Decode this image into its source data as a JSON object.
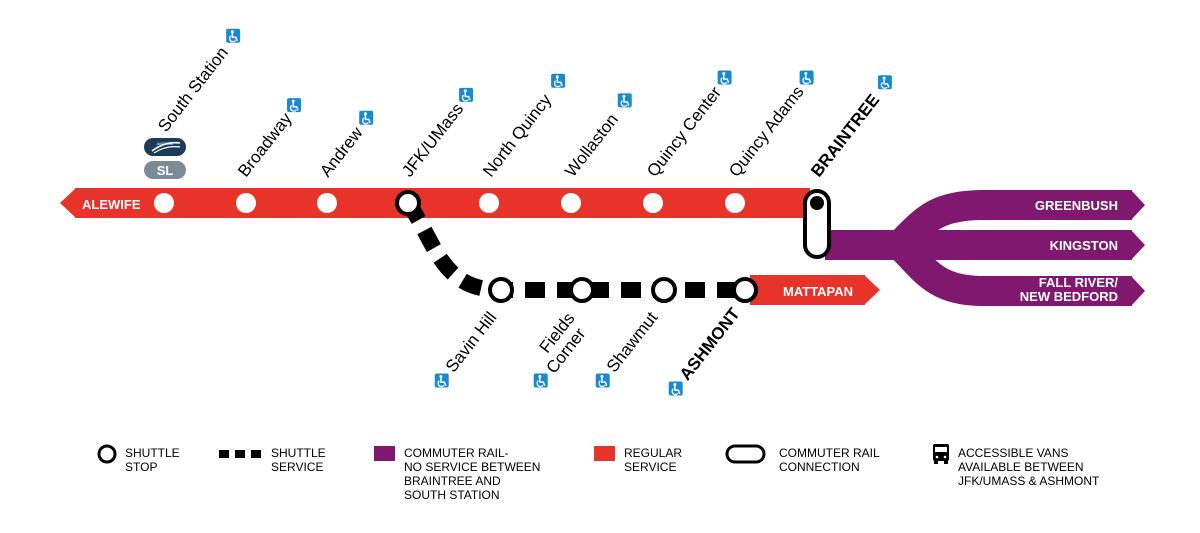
{
  "colors": {
    "red": "#e8332a",
    "purple": "#80186f",
    "black": "#000000",
    "access_blue": "#1a8ad0",
    "amtrak_navy": "#1c3b5a",
    "silver_gray": "#7b8a95",
    "white": "#ffffff"
  },
  "terminals": {
    "alewife": "ALEWIFE",
    "mattapan": "MATTAPAN",
    "greenbush": "GREENBUSH",
    "kingston": "KINGSTON",
    "fall_river_1": "FALL RIVER/",
    "fall_river_2": "NEW BEDFORD"
  },
  "stations": {
    "south_station": "South Station",
    "broadway": "Broadway",
    "andrew": "Andrew",
    "jfk": "JFK/UMass",
    "north_quincy": "North Quincy",
    "wollaston": "Wollaston",
    "quincy_center": "Quincy Center",
    "quincy_adams": "Quincy Adams",
    "braintree": "BRAINTREE",
    "savin_hill": "Savin Hill",
    "fields_corner_1": "Fields",
    "fields_corner_2": "Corner",
    "shawmut": "Shawmut",
    "ashmont": "ASHMONT"
  },
  "badges": {
    "silver_line": "SL",
    "amtrak": "AMTRAK"
  },
  "icons": {
    "accessible": "accessible-icon",
    "van": "van-icon",
    "amtrak": "amtrak-logo",
    "silver_line": "silver-line-badge"
  },
  "legend": {
    "shuttle_stop_1": "SHUTTLE",
    "shuttle_stop_2": "STOP",
    "shuttle_service_1": "SHUTTLE",
    "shuttle_service_2": "SERVICE",
    "commuter_rail_1": "COMMUTER RAIL-",
    "commuter_rail_2": "NO SERVICE BETWEEN",
    "commuter_rail_3": "BRAINTREE AND",
    "commuter_rail_4": "SOUTH STATION",
    "regular_1": "REGULAR",
    "regular_2": "SERVICE",
    "connection_1": "COMMUTER RAIL",
    "connection_2": "CONNECTION",
    "vans_1": "ACCESSIBLE VANS",
    "vans_2": "AVAILABLE BETWEEN",
    "vans_3": "JFK/UMASS & ASHMONT"
  }
}
